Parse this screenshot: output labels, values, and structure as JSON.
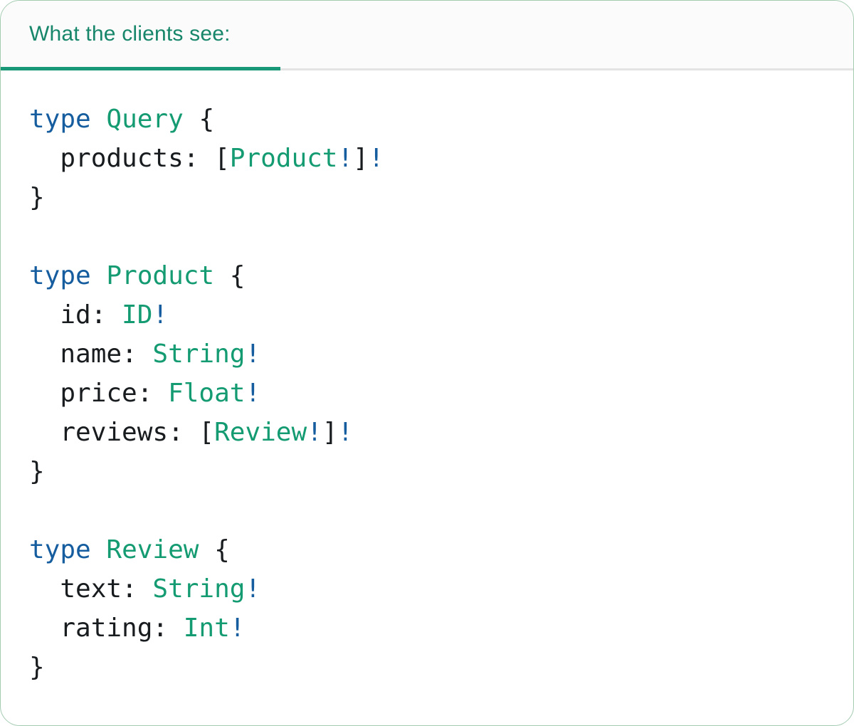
{
  "tab": {
    "label": "What the clients see:"
  },
  "colors": {
    "panel_bg": "#ffffff",
    "card_border": "#a3cbb0",
    "tabbar_bg": "#fafbfa",
    "divider": "#e3e3e3",
    "tab_text": "#17866a",
    "tab_underline": "#189877",
    "code_keyword": "#155d9e",
    "code_type": "#149b72",
    "code_bang": "#155d9e",
    "code_plain": "#191c1f"
  },
  "code": {
    "lines": [
      [
        {
          "t": "type",
          "k": "kw"
        },
        {
          "t": " ",
          "k": "pl"
        },
        {
          "t": "Query",
          "k": "ty"
        },
        {
          "t": " {",
          "k": "pl"
        }
      ],
      [
        {
          "t": "  products: [",
          "k": "pl"
        },
        {
          "t": "Product",
          "k": "ty"
        },
        {
          "t": "!",
          "k": "bg"
        },
        {
          "t": "]",
          "k": "pl"
        },
        {
          "t": "!",
          "k": "bg"
        }
      ],
      [
        {
          "t": "}",
          "k": "pl"
        }
      ],
      [],
      [
        {
          "t": "type",
          "k": "kw"
        },
        {
          "t": " ",
          "k": "pl"
        },
        {
          "t": "Product",
          "k": "ty"
        },
        {
          "t": " {",
          "k": "pl"
        }
      ],
      [
        {
          "t": "  id: ",
          "k": "pl"
        },
        {
          "t": "ID",
          "k": "ty"
        },
        {
          "t": "!",
          "k": "bg"
        }
      ],
      [
        {
          "t": "  name: ",
          "k": "pl"
        },
        {
          "t": "String",
          "k": "ty"
        },
        {
          "t": "!",
          "k": "bg"
        }
      ],
      [
        {
          "t": "  price: ",
          "k": "pl"
        },
        {
          "t": "Float",
          "k": "ty"
        },
        {
          "t": "!",
          "k": "bg"
        }
      ],
      [
        {
          "t": "  reviews: [",
          "k": "pl"
        },
        {
          "t": "Review",
          "k": "ty"
        },
        {
          "t": "!",
          "k": "bg"
        },
        {
          "t": "]",
          "k": "pl"
        },
        {
          "t": "!",
          "k": "bg"
        }
      ],
      [
        {
          "t": "}",
          "k": "pl"
        }
      ],
      [],
      [
        {
          "t": "type",
          "k": "kw"
        },
        {
          "t": " ",
          "k": "pl"
        },
        {
          "t": "Review",
          "k": "ty"
        },
        {
          "t": " {",
          "k": "pl"
        }
      ],
      [
        {
          "t": "  text: ",
          "k": "pl"
        },
        {
          "t": "String",
          "k": "ty"
        },
        {
          "t": "!",
          "k": "bg"
        }
      ],
      [
        {
          "t": "  rating: ",
          "k": "pl"
        },
        {
          "t": "Int",
          "k": "ty"
        },
        {
          "t": "!",
          "k": "bg"
        }
      ],
      [
        {
          "t": "}",
          "k": "pl"
        }
      ]
    ]
  }
}
